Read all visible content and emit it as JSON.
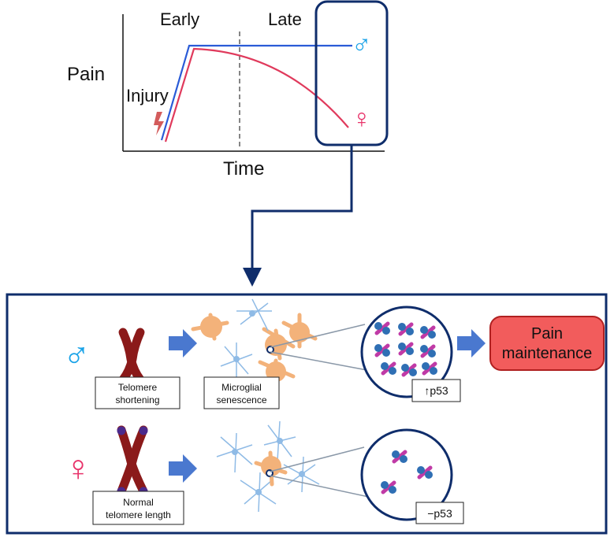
{
  "graph": {
    "y_label": "Pain",
    "x_label": "Time",
    "phase_early": "Early",
    "phase_late": "Late",
    "injury_label": "Injury",
    "male_symbol": "♂",
    "female_symbol": "♀"
  },
  "panel": {
    "male_symbol": "♂",
    "female_symbol": "♀",
    "telomere_shortening": [
      "Telomere",
      "shortening"
    ],
    "microglial_senescence": [
      "Microglial",
      "senescence"
    ],
    "p53_up": "↑p53",
    "outcome": [
      "Pain",
      "maintenance"
    ],
    "normal_telomere": [
      "Normal",
      "telomere length"
    ],
    "p53_none": "−p53"
  },
  "colors": {
    "male": "#1aa3e8",
    "female": "#e8336a",
    "male_line": "#2a5bd7",
    "female_line": "#e03a5c",
    "frame": "#0f2d6b",
    "arrow": "#4a78cf",
    "chromosome": "#8b1a1a",
    "telomere_cap": "#4b2a8c",
    "microglia_orange": "#f3b27a",
    "microglia_blue": "#8fbbe6",
    "outcome_fill": "#f25c5c"
  }
}
